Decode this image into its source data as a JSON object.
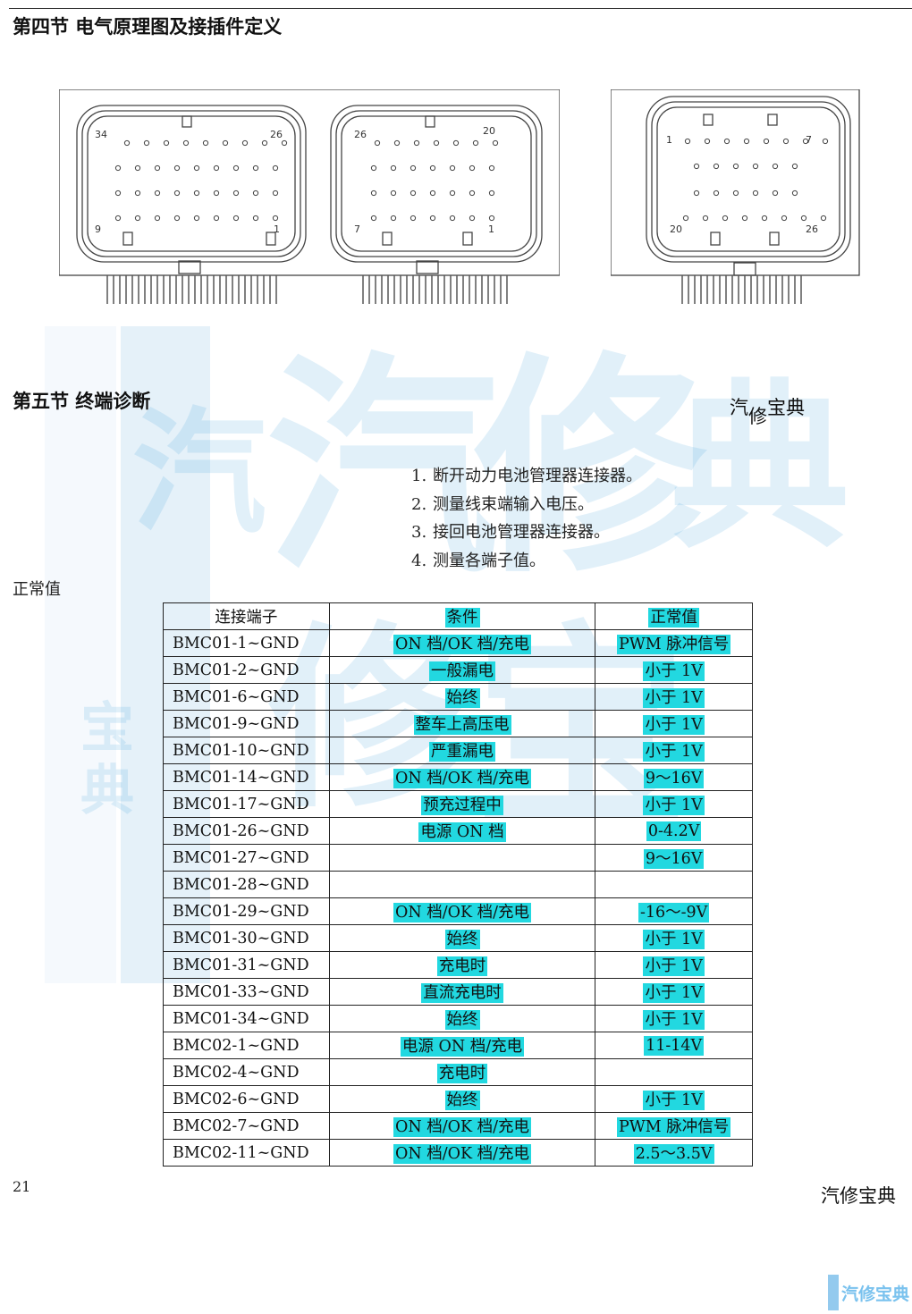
{
  "section4_title": "第四节  电气原理图及接插件定义",
  "section5_title": "第五节  终端诊断",
  "brand_mid": [
    "汽",
    "修",
    "宝典"
  ],
  "brand_bottom": "汽修宝典",
  "logo_text": "汽修宝典",
  "connectors": {
    "left_a": {
      "label_top_left": "34",
      "label_top_right": "26",
      "label_bottom_left": "9",
      "label_bottom_right": "1"
    },
    "left_b": {
      "label_top_left": "26",
      "label_top_right": "20",
      "label_bottom_left": "7",
      "label_bottom_right": "1"
    },
    "right": {
      "label_top_left": "1",
      "label_top_right": "7",
      "label_bottom_left": "20",
      "label_bottom_right": "26"
    }
  },
  "steps": [
    {
      "num": "1.",
      "text": "断开动力电池管理器连接器。"
    },
    {
      "num": "2.",
      "text": "测量线束端输入电压。"
    },
    {
      "num": "3.",
      "text": "接回电池管理器连接器。"
    },
    {
      "num": "4.",
      "text": "测量各端子值。"
    }
  ],
  "normal_label": "正常值",
  "table": {
    "headers": [
      "连接端子",
      "条件",
      "正常值"
    ],
    "rows": [
      [
        "BMC01-1~GND",
        "ON 档/OK 档/充电",
        "PWM 脉冲信号"
      ],
      [
        "BMC01-2~GND",
        "一般漏电",
        "小于 1V"
      ],
      [
        "BMC01-6~GND",
        "始终",
        "小于 1V"
      ],
      [
        "BMC01-9~GND",
        "整车上高压电",
        "小于 1V"
      ],
      [
        "BMC01-10~GND",
        "严重漏电",
        "小于 1V"
      ],
      [
        "BMC01-14~GND",
        "ON 档/OK 档/充电",
        "9～16V"
      ],
      [
        "BMC01-17~GND",
        "预充过程中",
        "小于 1V"
      ],
      [
        "BMC01-26~GND",
        "电源 ON 档",
        "0-4.2V"
      ],
      [
        "BMC01-27~GND",
        "",
        "9～16V"
      ],
      [
        "BMC01-28~GND",
        "",
        ""
      ],
      [
        "BMC01-29~GND",
        "ON 档/OK 档/充电",
        "-16～-9V"
      ],
      [
        "BMC01-30~GND",
        "始终",
        "小于 1V"
      ],
      [
        "BMC01-31~GND",
        "充电时",
        "小于 1V"
      ],
      [
        "BMC01-33~GND",
        "直流充电时",
        "小于 1V"
      ],
      [
        "BMC01-34~GND",
        "始终",
        "小于 1V"
      ],
      [
        "BMC02-1~GND",
        "电源 ON 档/充电",
        "11-14V"
      ],
      [
        "BMC02-4~GND",
        "充电时",
        ""
      ],
      [
        "BMC02-6~GND",
        "始终",
        "小于 1V"
      ],
      [
        "BMC02-7~GND",
        "ON 档/OK 档/充电",
        "PWM 脉冲信号"
      ],
      [
        "BMC02-11~GND",
        "ON 档/OK 档/充电",
        "2.5～3.5V"
      ]
    ]
  },
  "page_number": "21",
  "colors": {
    "highlight": "#22d8e0",
    "watermark": "#1e90d6",
    "red_text": "#d33"
  }
}
